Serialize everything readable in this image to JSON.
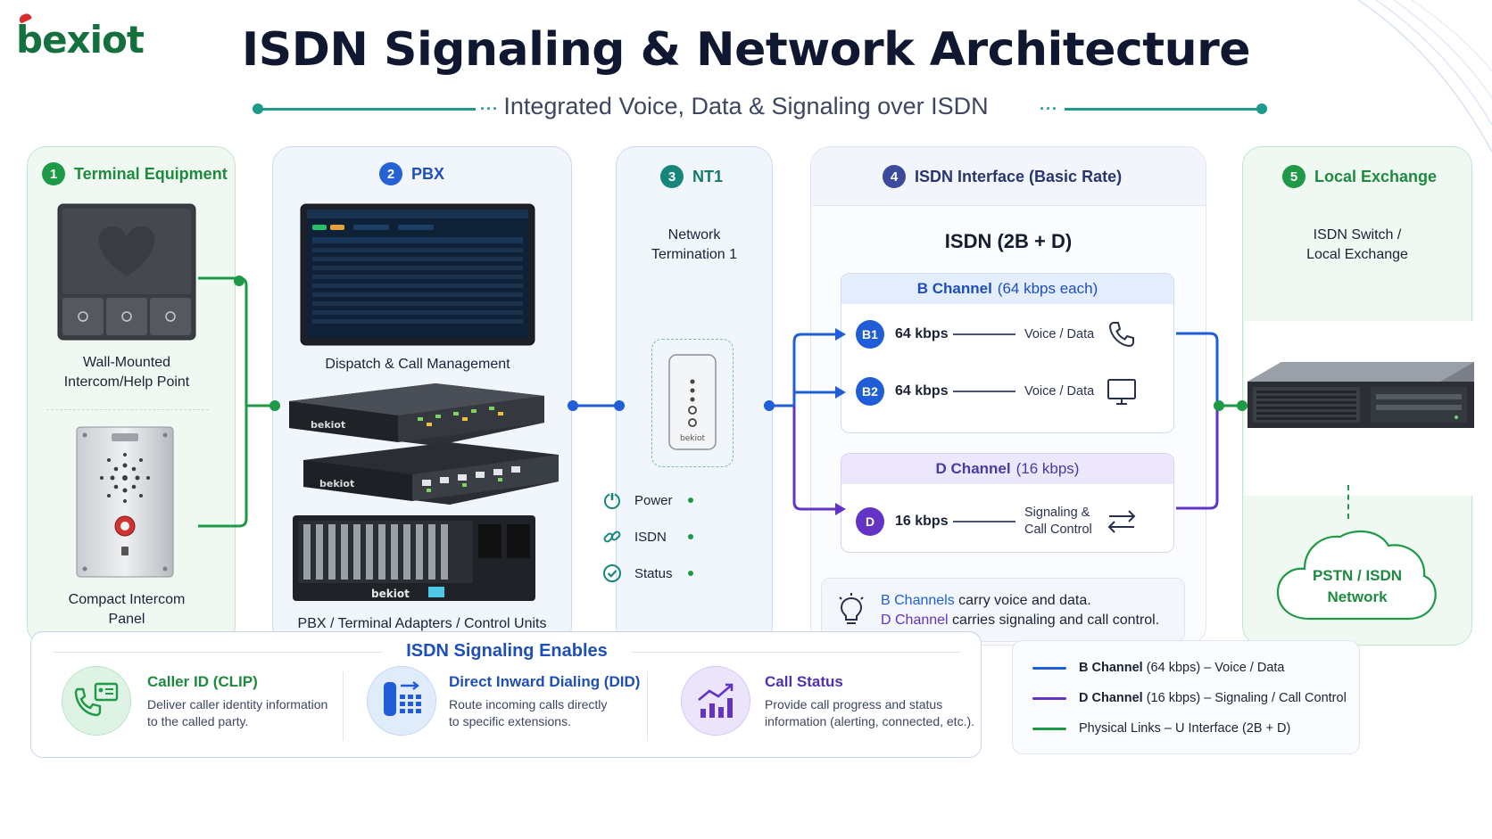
{
  "logo": "bexiot",
  "title": "ISDN Signaling & Network Architecture",
  "subtitle": "Integrated Voice, Data & Signaling over ISDN",
  "colors": {
    "b_channel": "#1f5ed6",
    "d_channel": "#6233c4",
    "physical_link": "#1e9a46"
  },
  "panels": {
    "terminal": {
      "number": "1",
      "title": "Terminal Equipment",
      "device1_caption": "Wall-Mounted\nIntercom/Help Point",
      "device2_caption": "Compact Intercom\nPanel"
    },
    "pbx": {
      "number": "2",
      "title": "PBX",
      "screen_caption": "Dispatch & Call Management",
      "rack_caption": "PBX / Terminal Adapters / Control Units",
      "rack_brand": "bekiot"
    },
    "nt1": {
      "number": "3",
      "title": "NT1",
      "desc": "Network\nTermination 1",
      "device_brand": "bekiot",
      "status": [
        {
          "label": "Power",
          "icon": "power-icon"
        },
        {
          "label": "ISDN",
          "icon": "link-icon"
        },
        {
          "label": "Status",
          "icon": "check-circle-icon"
        }
      ]
    },
    "isdn": {
      "number": "4",
      "title": "ISDN Interface (Basic Rate)",
      "config": "ISDN (2B + D)",
      "b_channel": {
        "label": "B Channel",
        "rate": "(64 kbps each)",
        "rows": [
          {
            "badge": "B1",
            "rate": "64 kbps",
            "use": "Voice / Data",
            "icon": "phone-icon"
          },
          {
            "badge": "B2",
            "rate": "64 kbps",
            "use": "Voice / Data",
            "icon": "monitor-icon"
          }
        ]
      },
      "d_channel": {
        "label": "D Channel",
        "rate": "(16 kbps)",
        "rows": [
          {
            "badge": "D",
            "rate": "16 kbps",
            "use": "Signaling &\nCall Control",
            "icon": "exchange-arrows-icon"
          }
        ]
      },
      "note": {
        "b_term": "B Channels",
        "b_text": " carry voice and data.",
        "d_term": "D Channel",
        "d_text": " carries signaling and call control."
      }
    },
    "exchange": {
      "number": "5",
      "title": "Local Exchange",
      "desc": "ISDN Switch /\nLocal Exchange",
      "cloud": "PSTN / ISDN\nNetwork"
    }
  },
  "signaling": {
    "title": "ISDN Signaling Enables",
    "features": [
      {
        "title": "Caller ID (CLIP)",
        "desc": "Deliver caller identity information\nto the called party.",
        "icon": "caller-id-icon"
      },
      {
        "title": "Direct Inward Dialing (DID)",
        "desc": "Route incoming calls directly\nto specific extensions.",
        "icon": "keypad-icon"
      },
      {
        "title": "Call Status",
        "desc": "Provide call progress and status\ninformation (alerting, connected, etc.).",
        "icon": "chart-up-icon"
      }
    ]
  },
  "legend": [
    {
      "bold": "B Channel",
      "text": " (64 kbps) – Voice / Data",
      "color": "#1f5ed6"
    },
    {
      "bold": "D Channel",
      "text": " (16 kbps) – Signaling / Call Control",
      "color": "#6233c4"
    },
    {
      "bold": "",
      "text": "Physical Links – U Interface (2B + D)",
      "color": "#1e9a46"
    }
  ]
}
